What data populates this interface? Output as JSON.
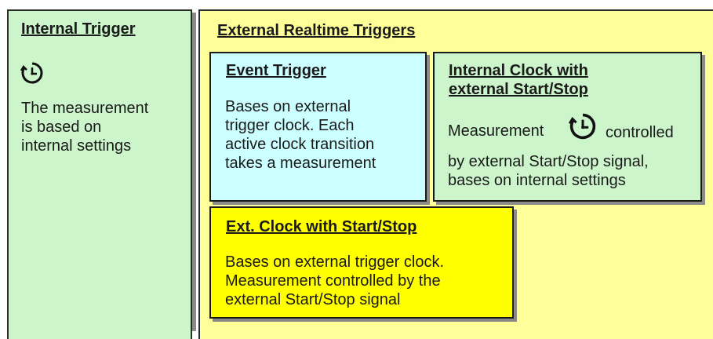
{
  "internal_trigger": {
    "title": "Internal Trigger",
    "icon": "clock-icon",
    "lines": [
      "The measurement",
      "is based on",
      "internal settings"
    ]
  },
  "external_realtime": {
    "title": "External Realtime Triggers"
  },
  "event_trigger": {
    "title": "Event Trigger",
    "lines": [
      "Bases on external",
      "trigger clock. Each",
      "active clock transition",
      "takes a  measurement"
    ]
  },
  "internal_clock_ext": {
    "title_line1": "Internal Clock  with",
    "title_line2": "external Start/Stop",
    "line1_before": "Measurement",
    "line1_after": "controlled",
    "icon": "clock-icon",
    "lines": [
      "by external Start/Stop signal,",
      "bases on internal settings"
    ]
  },
  "ext_clock": {
    "title": "Ext. Clock with Start/Stop",
    "lines": [
      "Bases on external trigger clock.",
      "Measurement controlled by the",
      "external Start/Stop signal"
    ]
  },
  "colors": {
    "internal_bg": "#ccf5cc",
    "external_bg": "#ffff99",
    "event_bg": "#ccffff",
    "clock_bg": "#ccf5cc",
    "ext_clock_bg": "#ffff00"
  }
}
